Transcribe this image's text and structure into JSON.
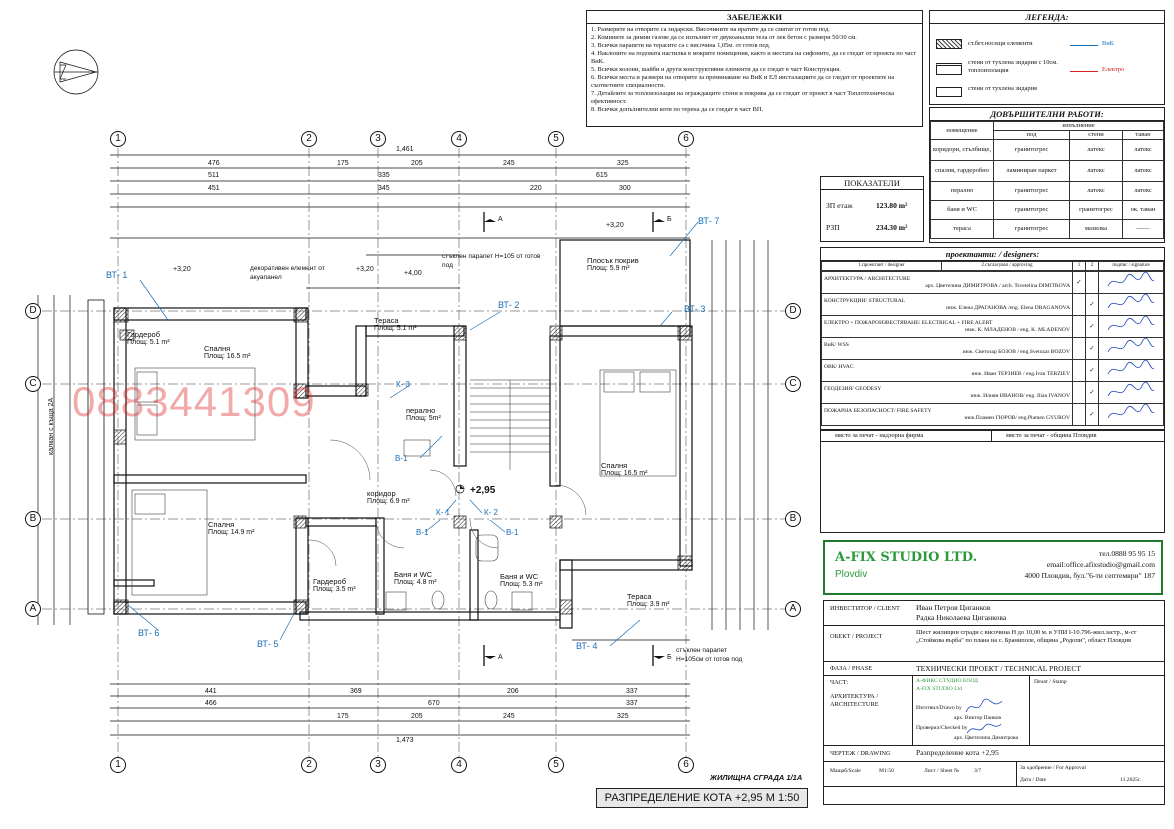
{
  "notes": {
    "title": "ЗАБЕЛЕЖКИ",
    "items": [
      "1. Размерите на отворите са зидарски. Височините на вратите да се смятат от готов под.",
      "2. Комините за димни газове да се изпълнят от двукоанални тела от лек бетон с размери 50/30 см.",
      "3. Всички парапети на терасите са с височина 1,05м. от готов под.",
      "4. Наклоните на подовата настилка в мокрите помещения, както и местата на сифоните, да се гледат от проекта по част ВиК.",
      "5. Всички колони, шайби и други конструктивни елементи да се гледат в част Конструкция.",
      "6. Всички места и размери на отворите за преминаване на ВиК и ЕЛ инсталациите да се гледат от проектите на съответните специалности.",
      "7. Детайлите за топлоизолация на ограждащите стени и покрива да се гледат от проект в част Топлотехническа ефективност.",
      "8. Всички допълнителни коти по терена да се гледат в част ВП."
    ]
  },
  "legend": {
    "title": "ЛЕГЕНДА:",
    "items": [
      "ст.бет.носещи елементи",
      "стени от тухлена зидария с 10см. топлоизолация",
      "стени от тухлена зидария"
    ],
    "lines": [
      {
        "label": "ВиК",
        "color": "#1a6fb5"
      },
      {
        "label": "Електро",
        "color": "#d42020"
      }
    ]
  },
  "finishing": {
    "title": "ДОВЪРШИТЕЛНИ РАБОТИ:",
    "col_room": "помещение",
    "col_exec": "изпълнение",
    "sub": [
      "под",
      "стени",
      "таван"
    ],
    "rows": [
      [
        "коридори, стълбище,",
        "гранитогрес",
        "латекс",
        "латекс"
      ],
      [
        "спалня, гардеробно",
        "ламиниран паркет",
        "латекс",
        "латекс"
      ],
      [
        "перално",
        "гранитогрес",
        "латекс",
        "латекс"
      ],
      [
        "баня и WC",
        "гранитогрес",
        "гранитогрес",
        "ок. таван"
      ],
      [
        "тераса",
        "гранитогрес",
        "мазилка",
        "——"
      ]
    ]
  },
  "indicators": {
    "title": "ПОКАЗАТЕЛИ",
    "rows": [
      [
        "ЗП етаж",
        "123.80 m²"
      ],
      [
        "РЗП",
        "234.30 m²"
      ]
    ]
  },
  "designers": {
    "title": "проектанти: / designers:",
    "col_designer": "1.проектант / designer",
    "col_approv": "2.съгласувал / approving",
    "col_1": "1",
    "col_2": "2",
    "col_sign": "подпис / signature",
    "rows": [
      [
        "АРХИТЕКТУРА / ARCHITECTURE",
        "арх. Цветелина ДИМИТРОВА / arch. Tsvetelina DIMITROVA"
      ],
      [
        "КОНСТРУКЦИИ/ STRUCTURAL",
        "инж. Елена ДРАГАНОВА /eng. Elena DRAGANOVA"
      ],
      [
        "ЕЛЕКТРО + ПОЖАРОИЗВЕСТЯВАНЕ/ ELECTRICAL + FIRE ALERT",
        "инж. К. МЛАДЕНОВ / eng. K. MLADENOV"
      ],
      [
        "ВиК/ WSS",
        "инж. Светозар БОЗОВ / eng.Svetozar BOZOV"
      ],
      [
        "ОВК/ HVAC",
        "инж. Иван ТЕРЗИЕВ / eng.Ivan TERZIEV"
      ],
      [
        "ГЕОДЕЗИЯ/ GEODESY",
        "инж. Илиян ИВАНОВ/ eng. Ilian IVANOV"
      ],
      [
        "ПОЖАРНА БЕЗОПАСНОСТ/ FIRE SAFETY",
        "инж.Пламен ГЮРОВ/ eng.Plamen GYUROV"
      ]
    ],
    "stamp_left": "място за печат - надзорна фирма",
    "stamp_right": "място за печат - община Пловдив"
  },
  "studio": {
    "name": "A-FIX STUDIO LTD.",
    "city": "Plovdiv",
    "phone": "тел.0888 95 95 15",
    "email": "email:office.afixstudio@gmail.com",
    "address": "4000 Пловдив, бул.\"6-ти септември\" 187"
  },
  "title_block": {
    "client_label": "ИНВЕСТИТОР / CLIENT",
    "client": [
      "Иван Петров Циганков",
      "Радка Николаева Циганкова"
    ],
    "project_label": "ОБЕКТ / PROJECT",
    "project": "Шест жилищни сгради с височина Н до 10,00 м. в УПИ I-10.796-жил.застр., м-ст „Стойкова върба\" по плана на с. Браниполе, община „Родопи\", област Пловдив",
    "phase_label": "ФАЗА / PHASE",
    "phase": "ТЕХНИЧЕСКИ ПРОЕКТ / TECHNICAL PROJECT",
    "part_label": "ЧАСТ:",
    "part": "АРХИТЕКТУРА / ARCHITECTURE",
    "company_bg": "А-ФИКС СТУДИО ЕООД",
    "company_en": "A-FIX STUDIO Ltd",
    "stamp": "Печат / Stamp",
    "drawn_label": "Изготвил/Drawn by",
    "drawn": "арх. Виктор Панков",
    "checked_label": "Проверил/Checked by",
    "checked": "арх. Цветелина Димитрова",
    "drawing_label": "ЧЕРТЕЖ / DRAWING",
    "drawing": "Разпределение кота +2,95",
    "scale_label": "Мащаб/Scale",
    "scale": "M1:50",
    "sheet_label": "Лист / Sheet №",
    "sheet": "3/7",
    "approval": "За одобрение / For Approval",
    "date_label": "Дата / Date",
    "date": "11.2025г."
  },
  "plan": {
    "axes_top": [
      "1",
      "2",
      "3",
      "4",
      "5",
      "6"
    ],
    "axes_side": [
      "D",
      "C",
      "B",
      "A"
    ],
    "overall_dim": "1,461",
    "overall_dim_bottom": "1,473",
    "dims_top_row1": [
      "476",
      "175",
      "205",
      "245",
      "325"
    ],
    "dims_top_row2": [
      "511",
      "335",
      "615"
    ],
    "dims_top_row3": [
      "451",
      "345",
      "220",
      "300"
    ],
    "dims_bottom_row1": [
      "441",
      "369",
      "206",
      "337"
    ],
    "dims_bottom_row2": [
      "466",
      "670",
      "337"
    ],
    "dims_bottom_row3": [
      "175",
      "205",
      "245",
      "325"
    ],
    "rooms": [
      {
        "name": "Спалня",
        "area": "Площ: 16.5 m²"
      },
      {
        "name": "Гардероб",
        "area": "Площ: 5.1 m²"
      },
      {
        "name": "Тераса",
        "area": "Площ: 5.1 m²"
      },
      {
        "name": "перално",
        "area": "Площ: 5m²"
      },
      {
        "name": "коридор",
        "area": "Площ: 6.9 m²"
      },
      {
        "name": "Спалня",
        "area": "Площ: 14.9 m²"
      },
      {
        "name": "Гардероб",
        "area": "Площ: 3.5 m²"
      },
      {
        "name": "Баня и WC",
        "area": "Площ: 4.8 m²"
      },
      {
        "name": "Баня и WC",
        "area": "Площ: 5.3 m²"
      },
      {
        "name": "Спалня",
        "area": "Площ: 16.5 m²"
      },
      {
        "name": "Тераса",
        "area": "Площ: 3.9 m²"
      },
      {
        "name": "Плосък покрив",
        "area": "Площ: 5.9 m²"
      }
    ],
    "level": "+2,95",
    "levels": [
      "+3,20",
      "+3,20",
      "+4,00",
      "+3,20"
    ],
    "notes_plan": [
      "декоративен елемент от акуапанел",
      "стъклен парапет Н=105 от готов под",
      "стъклен парапет Н=105см от готов под"
    ],
    "section_marks": [
      "А",
      "Б"
    ],
    "tags": [
      "ВТ- 1",
      "ВТ- 2",
      "ВТ- 3",
      "ВТ- 4",
      "ВТ- 5",
      "ВТ- 6",
      "ВТ- 7",
      "К- 1",
      "К- 2",
      "К- 3",
      "В-1",
      "В-1",
      "В-1"
    ],
    "side_label": "калкан с къща 2А",
    "watermark": "0883441309",
    "title": "ЖИЛИЩНА СГРАДА 1/1А",
    "subtitle": "РАЗПРЕДЕЛЕНИЕ КОТА +2,95 M 1:50"
  }
}
